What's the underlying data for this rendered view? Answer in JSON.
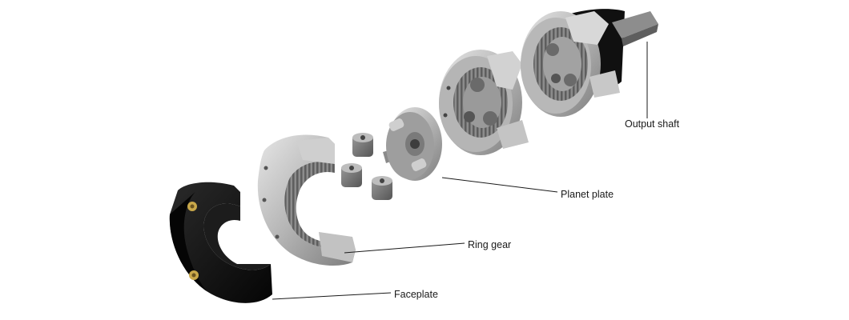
{
  "labels": {
    "output_shaft": "Output shaft",
    "planet_plate": "Planet plate",
    "ring_gear": "Ring gear",
    "faceplate": "Faceplate"
  },
  "colors": {
    "background": "#ffffff",
    "metal_light": "#d6d6d6",
    "metal_mid": "#a9a9a9",
    "metal_dark": "#6e6e6e",
    "faceplate": "#111111",
    "brass": "#c9a84a",
    "label_text": "#1a1a1a"
  }
}
